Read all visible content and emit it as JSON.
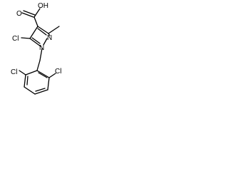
{
  "molecule": {
    "atoms": {
      "carboxyl_group": "OH",
      "carbonyl_oxygen": "O",
      "chlorine_ring": "Cl",
      "nitrogen_1": "N",
      "nitrogen_2": "N",
      "chlorine_benzyl_top": "Cl",
      "chlorine_benzyl_bottom": "Cl"
    }
  }
}
